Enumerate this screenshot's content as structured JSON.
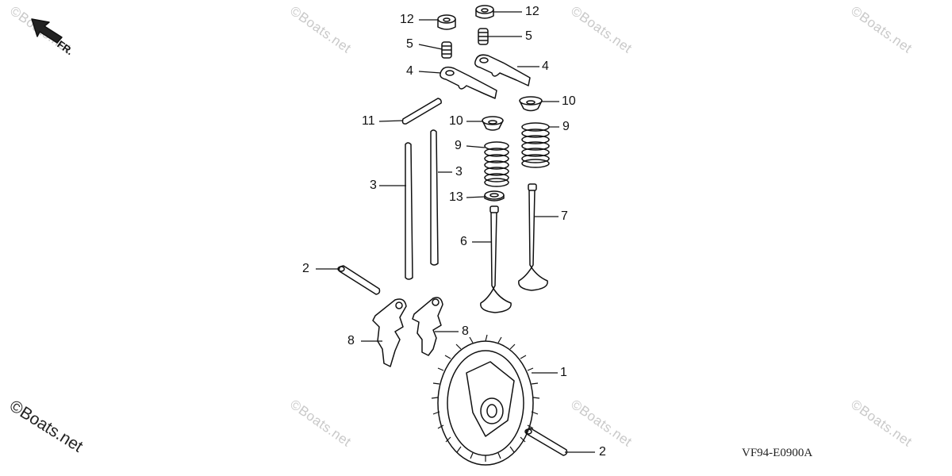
{
  "diagram": {
    "code": "VF94-E0900A",
    "direction_label": "FR.",
    "watermark": "©Boats.net",
    "corner_watermark": "©Boats.net",
    "callouts": {
      "c12a": "12",
      "c12b": "12",
      "c5a": "5",
      "c5b": "5",
      "c4a": "4",
      "c4b": "4",
      "c10a": "10",
      "c10b": "10",
      "c11": "11",
      "c9a": "9",
      "c9b": "9",
      "c3a": "3",
      "c3b": "3",
      "c13": "13",
      "c7": "7",
      "c6": "6",
      "c2a": "2",
      "c2b": "2",
      "c8a": "8",
      "c8b": "8",
      "c1": "1"
    }
  }
}
